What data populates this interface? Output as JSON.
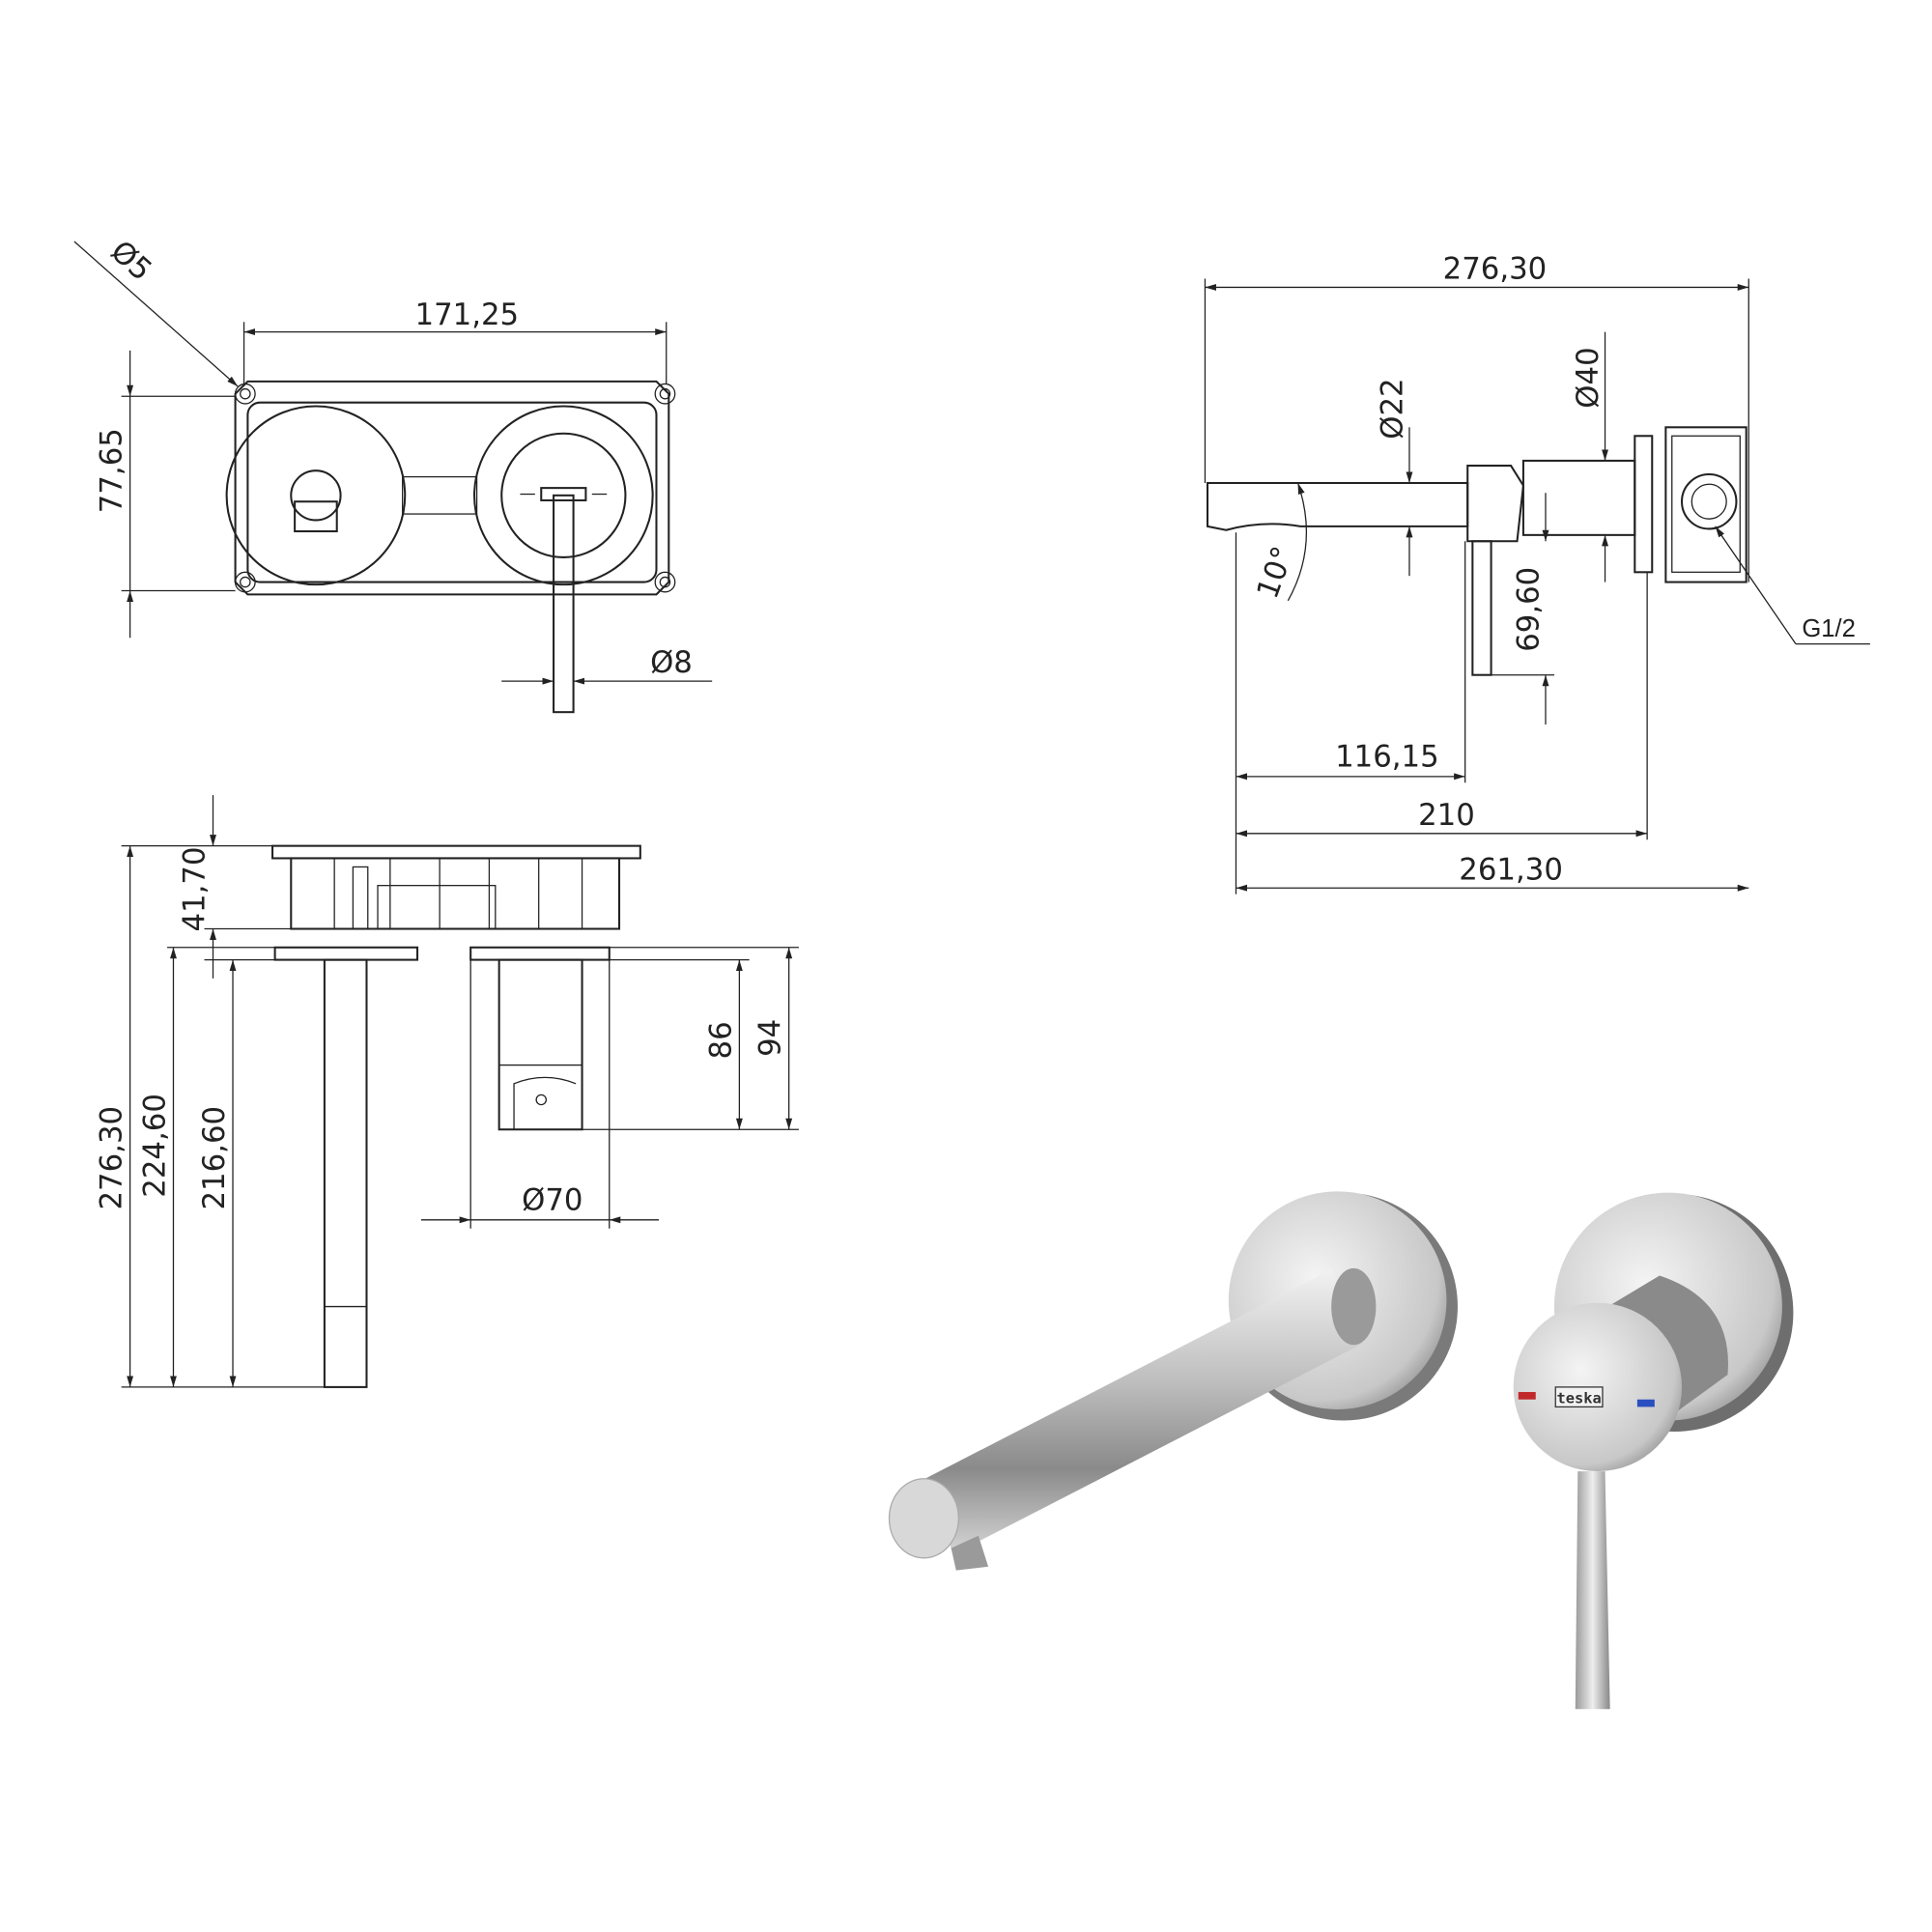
{
  "top_view": {
    "width": "171,25",
    "height": "77,65",
    "hole_dia": "Ø5",
    "lever_dia": "Ø8"
  },
  "side_view": {
    "total": "276,30",
    "spout_dia": "Ø22",
    "flange_dia": "Ø40",
    "lever_len": "69,60",
    "angle": "10°",
    "thread": "G1/2",
    "d1": "116,15",
    "d2": "210",
    "d3": "261,30"
  },
  "front_view": {
    "total": "276,30",
    "h1": "224,60",
    "h2": "216,60",
    "box_depth": "41,70",
    "cart1": "86",
    "cart2": "94",
    "flange_dia": "Ø70"
  },
  "product": {
    "brand": "teska",
    "hot_color": "#c0282a",
    "cold_color": "#2a4fc0"
  }
}
